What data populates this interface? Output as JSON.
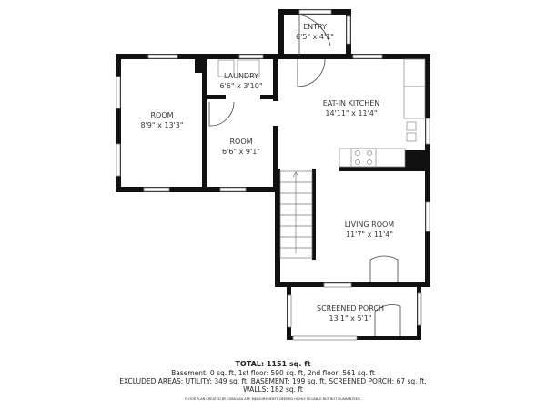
{
  "rooms": [
    {
      "name": "ENTRY",
      "size": "6'5\" x 4'1\""
    },
    {
      "name": "LAUNDRY",
      "size": "6'6\" x 3'10\""
    },
    {
      "name": "ROOM",
      "size": "8'9\" x 13'3\""
    },
    {
      "name": "ROOM",
      "size": "6'6\" x 9'1\""
    },
    {
      "name": "EAT-IN KITCHEN",
      "size": "14'11\" x 11'4\""
    },
    {
      "name": "LIVING ROOM",
      "size": "11'7\" x 11'4\""
    },
    {
      "name": "SCREENED PORCH",
      "size": "13'1\" x 5'1\""
    }
  ],
  "summary": {
    "total": "TOTAL: 1151 sq. ft",
    "floors": "Basement: 0 sq. ft, 1st floor: 590 sq. ft, 2nd floor: 561 sq. ft",
    "excluded": "EXCLUDED AREAS: UTILITY: 349 sq. ft, BASEMENT: 199 sq. ft, SCREENED PORCH: 67 sq. ft,",
    "walls": "WALLS: 182 sq. ft",
    "disclaimer": "FLOOR PLAN CREATED BY CUBICASA APP. MEASUREMENTS DEEMED HIGHLY RELIABLE BUT NOT GUARANTEED."
  }
}
